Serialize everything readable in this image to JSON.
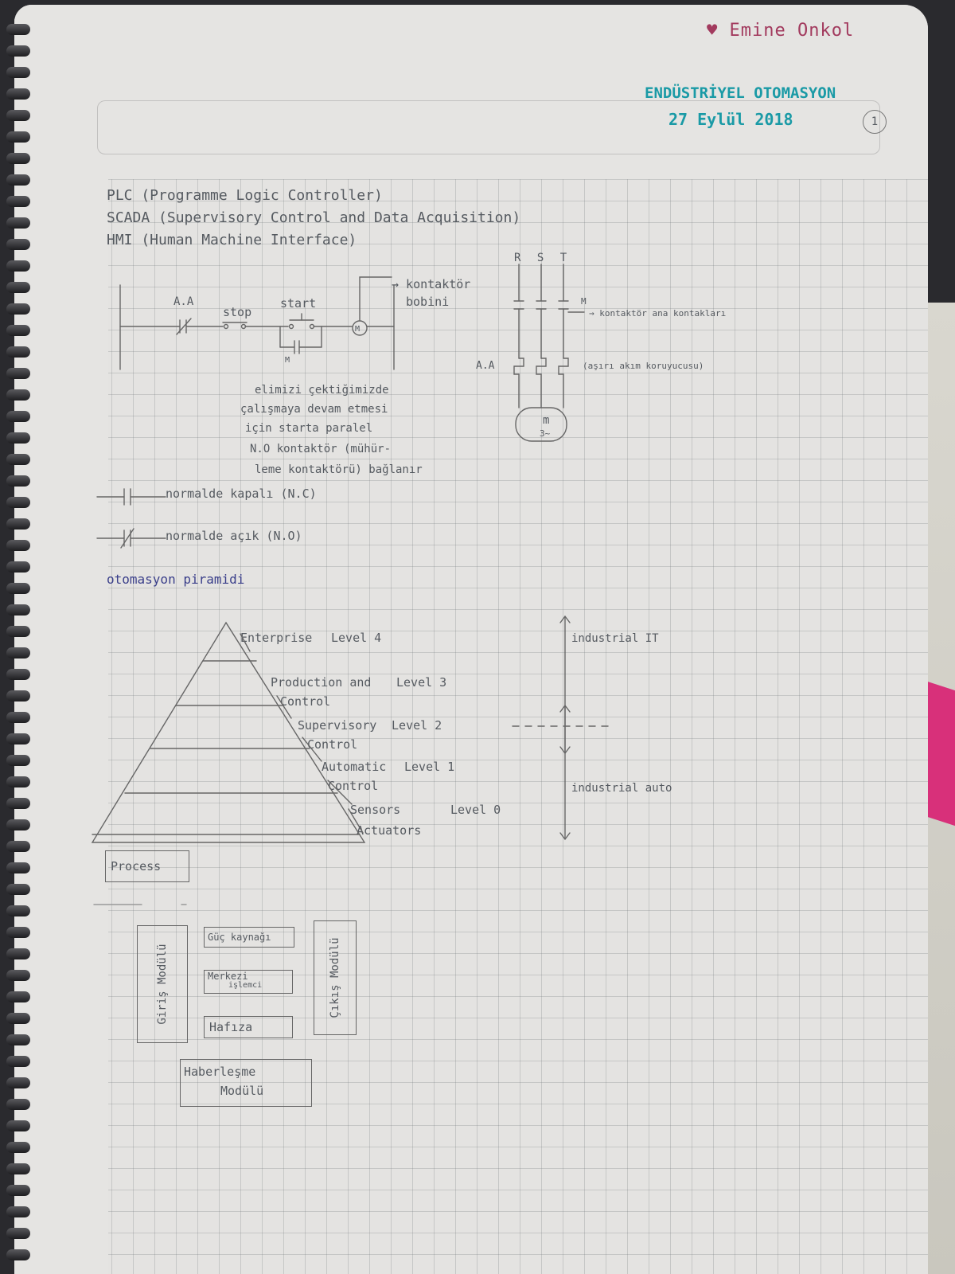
{
  "header": {
    "author": "♥ Emine Onkol",
    "course": "ENDÜSTRİYEL OTOMASYON",
    "date": "27 Eylül 2018",
    "page_no": "1"
  },
  "definitions": [
    "PLC (Programme Logic Controller)",
    "SCADA (Supervisory Control and Data Acquisition)",
    "HMI (Human Machine Interface)"
  ],
  "ladder": {
    "aa_label": "A.A",
    "stop_label": "stop",
    "start_label": "start",
    "coil_label": "M",
    "coil_note_1": "→ kontaktör",
    "coil_note_2": "bobini",
    "seal_label": "M",
    "note": [
      "elimizi çektiğimizde",
      "çalışmaya devam etmesi",
      "için starta paralel",
      "N.O kontaktör (mühür-",
      "leme kontaktörü) bağlanır"
    ]
  },
  "power": {
    "phases": "R S T",
    "contact_label": "M",
    "contact_note": "→ kontaktör ana kontakları",
    "overload_label": "A.A",
    "overload_note": "(aşırı akım koruyucusu)",
    "motor_label_1": "m",
    "motor_label_2": "3~"
  },
  "legend": {
    "nc": "normalde kapalı (N.C)",
    "no": "normalde açık (N.O)"
  },
  "pyramid": {
    "title": "otomasyon piramidi",
    "levels": [
      {
        "line1": "Enterprise",
        "line2": "",
        "level": "Level 4"
      },
      {
        "line1": "Production and",
        "line2": "Control",
        "level": "Level 3"
      },
      {
        "line1": "Supervisory",
        "line2": "Control",
        "level": "Level 2"
      },
      {
        "line1": "Automatic",
        "line2": "Control",
        "level": "Level 1"
      },
      {
        "line1": "Sensors",
        "line2": "Actuators",
        "level": "Level 0"
      }
    ],
    "process": "Process",
    "it_label": "industrial IT",
    "auto_label": "industrial auto"
  },
  "plc_blocks": {
    "input": "Giriş Modülü",
    "power": "Güç kaynağı",
    "cpu_1": "Merkezi",
    "cpu_2": "işlemci",
    "memory": "Hafıza",
    "output": "Çıkış Modülü",
    "comm_1": "Haberleşme",
    "comm_2": "Modülü"
  }
}
